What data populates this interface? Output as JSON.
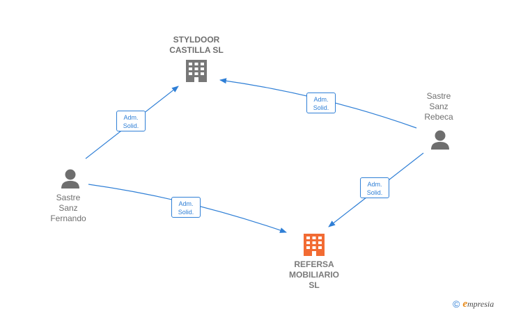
{
  "colors": {
    "edge": "#2f7fd6",
    "company_main": "#f26b33",
    "company": "#777777",
    "person": "#6e6e6e",
    "label_text": "#6f6f6f"
  },
  "nodes": {
    "styldoor": {
      "label": "STYLDOOR\nCASTILLA SL",
      "icon": "building-icon"
    },
    "refersa": {
      "label": "REFERSA\nMOBILIARIO\nSL",
      "icon": "building-icon"
    },
    "rebeca": {
      "label": "Sastre\nSanz\nRebeca",
      "icon": "person-icon"
    },
    "fernando": {
      "label": "Sastre\nSanz\nFernando",
      "icon": "person-icon"
    }
  },
  "edges": [
    {
      "from": "fernando",
      "to": "styldoor",
      "label": "Adm.\nSolid."
    },
    {
      "from": "rebeca",
      "to": "styldoor",
      "label": "Adm.\nSolid."
    },
    {
      "from": "rebeca",
      "to": "refersa",
      "label": "Adm.\nSolid."
    },
    {
      "from": "fernando",
      "to": "refersa",
      "label": "Adm.\nSolid."
    }
  ],
  "footer": {
    "copyright": "©",
    "brand_initial": "e",
    "brand_rest": "mpresia"
  }
}
